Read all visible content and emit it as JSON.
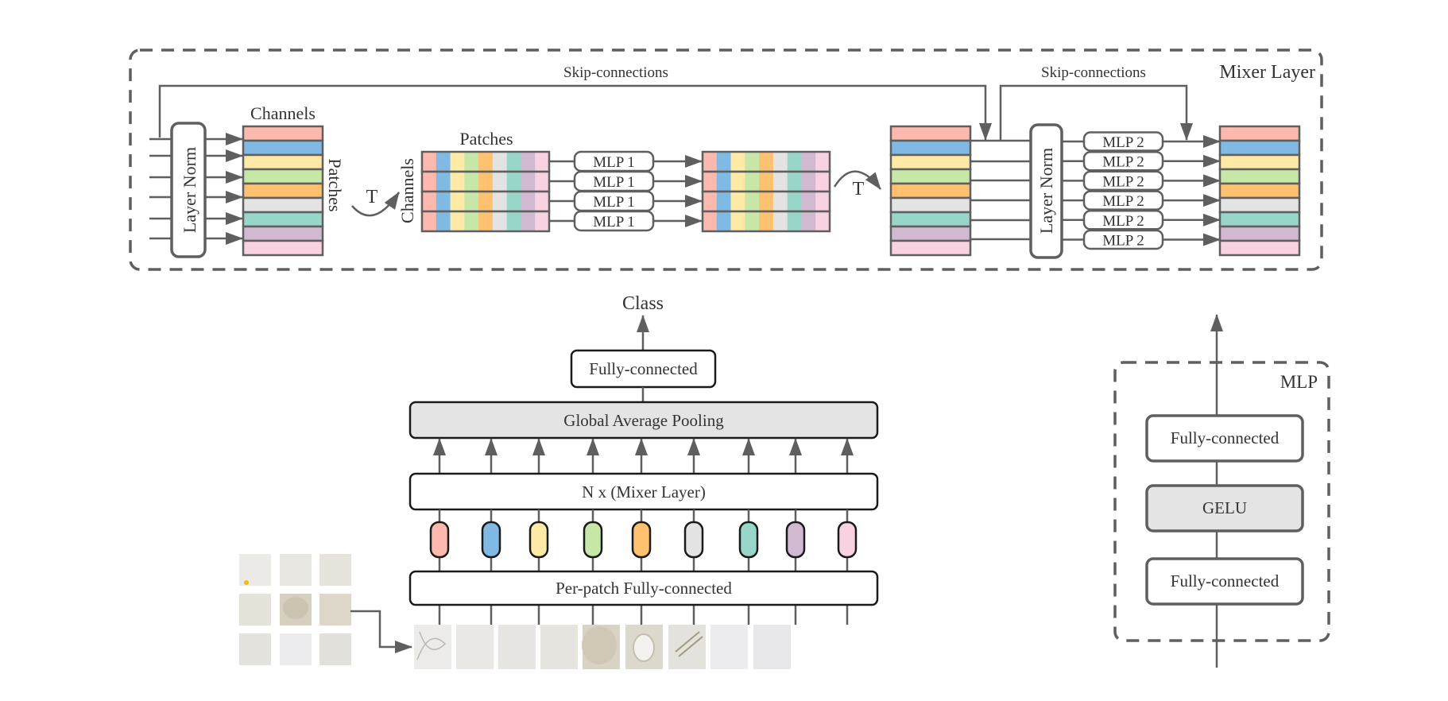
{
  "colors": {
    "stroke": "#5f5f5f",
    "stroke_dark": "#1a1a1a",
    "grey_fill": "#e4e4e4",
    "patch_palette": [
      "#fdb9ae",
      "#80b9e3",
      "#feeaa6",
      "#c7e7a8",
      "#fec170",
      "#e3e3e3",
      "#97d6c8",
      "#d1b9d1",
      "#f8d2e0"
    ]
  },
  "mixer_layer": {
    "title": "Mixer Layer",
    "skip_label_1": "Skip-connections",
    "skip_label_2": "Skip-connections",
    "layer_norm_1": "Layer Norm",
    "layer_norm_2": "Layer Norm",
    "stack_1_top_label": "Channels",
    "stack_1_side_label": "Patches",
    "transpose_label_1": "T",
    "transpose_label_2": "T",
    "grid_top_label": "Patches",
    "grid_side_label": "Channels",
    "mlp1_labels": [
      "MLP 1",
      "MLP 1",
      "MLP 1",
      "MLP 1"
    ],
    "mlp2_labels": [
      "MLP 2",
      "MLP 2",
      "MLP 2",
      "MLP 2",
      "MLP 2",
      "MLP 2"
    ]
  },
  "main_pipeline": {
    "output_label": "Class",
    "head_fc": "Fully-connected",
    "gap": "Global Average Pooling",
    "mixer_stack": "N x (Mixer Layer)",
    "per_patch_fc": "Per-patch Fully-connected",
    "num_patches": 9,
    "input_image_description": "Hand mixer photo split into 3x3 grid of patches"
  },
  "mlp_block": {
    "title": "MLP",
    "layers": [
      "Fully-connected",
      "GELU",
      "Fully-connected"
    ]
  }
}
